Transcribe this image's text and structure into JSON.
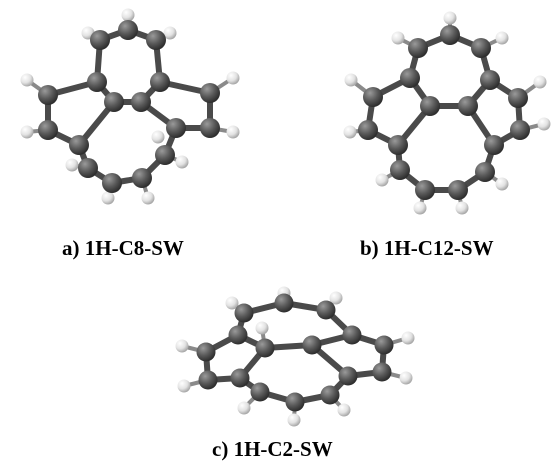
{
  "figure": {
    "colors": {
      "carbon": "#5a5a5a",
      "hydrogen": "#e6e6e6",
      "bond": "#4a4a4a",
      "caption": "#000000"
    },
    "panels": [
      {
        "id": "a",
        "label": "a) 1H-C8-SW"
      },
      {
        "id": "b",
        "label": "b) 1H-C12-SW"
      },
      {
        "id": "c",
        "label": "c) 1H-C2-SW"
      }
    ]
  }
}
